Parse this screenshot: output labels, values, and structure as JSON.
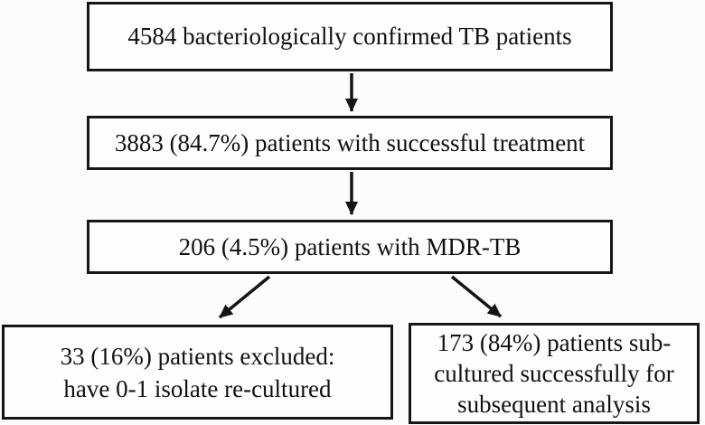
{
  "flowchart": {
    "nodes": [
      {
        "id": "confirmed-tb",
        "text": "4584 bacteriologically confirmed TB patients"
      },
      {
        "id": "successful-treatment",
        "text": "3883 (84.7%) patients with successful treatment"
      },
      {
        "id": "mdr-tb",
        "text": "206 (4.5%) patients with MDR-TB"
      },
      {
        "id": "excluded",
        "lines": [
          "33 (16%) patients excluded:",
          "have 0-1 isolate re-cultured"
        ]
      },
      {
        "id": "subcultured",
        "lines": [
          "173 (84%) patients sub-",
          "cultured successfully for",
          "subsequent analysis"
        ]
      }
    ],
    "edges": [
      {
        "from": "confirmed-tb",
        "to": "successful-treatment",
        "style": "straight-down"
      },
      {
        "from": "successful-treatment",
        "to": "mdr-tb",
        "style": "straight-down"
      },
      {
        "from": "mdr-tb",
        "to": "excluded",
        "style": "diagonal-left"
      },
      {
        "from": "mdr-tb",
        "to": "subcultured",
        "style": "diagonal-right"
      }
    ],
    "colors": {
      "box_border": "#161616",
      "box_fill": "#fefefe",
      "text": "#111111",
      "background": "#fcfcfc",
      "arrow": "#141414"
    }
  }
}
